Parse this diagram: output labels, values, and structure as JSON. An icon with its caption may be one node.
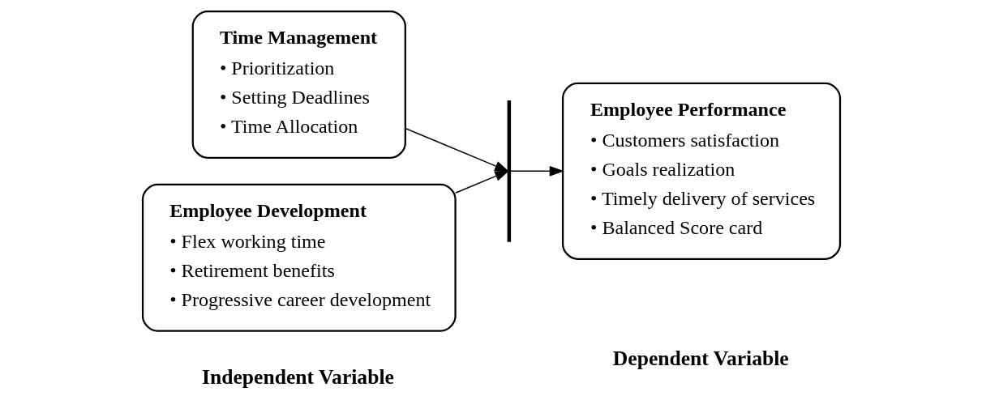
{
  "diagram": {
    "nodes": [
      {
        "text": [
          "Time Management",
          "• Prioritization",
          "• Setting Deadlines",
          "• Time Allocation"
        ]
      },
      {
        "text": [
          "Employee Development",
          "• Flex working time",
          "• Retirement benefits",
          "• Progressive career development"
        ]
      },
      {
        "text": [],
        "shape": "bar"
      },
      {
        "text": [
          "Employee Performance",
          "• Customers satisfaction",
          "• Goals realization",
          "• Timely delivery of services",
          "• Balanced Score card"
        ]
      }
    ],
    "edges": [
      {
        "from": 0,
        "to": 2,
        "arrow": "to"
      },
      {
        "from": 1,
        "to": 2,
        "arrow": "to"
      },
      {
        "from": 2,
        "to": 3,
        "arrow": "to"
      }
    ],
    "labels": [
      "Independent Variable",
      "Dependent Variable"
    ]
  }
}
